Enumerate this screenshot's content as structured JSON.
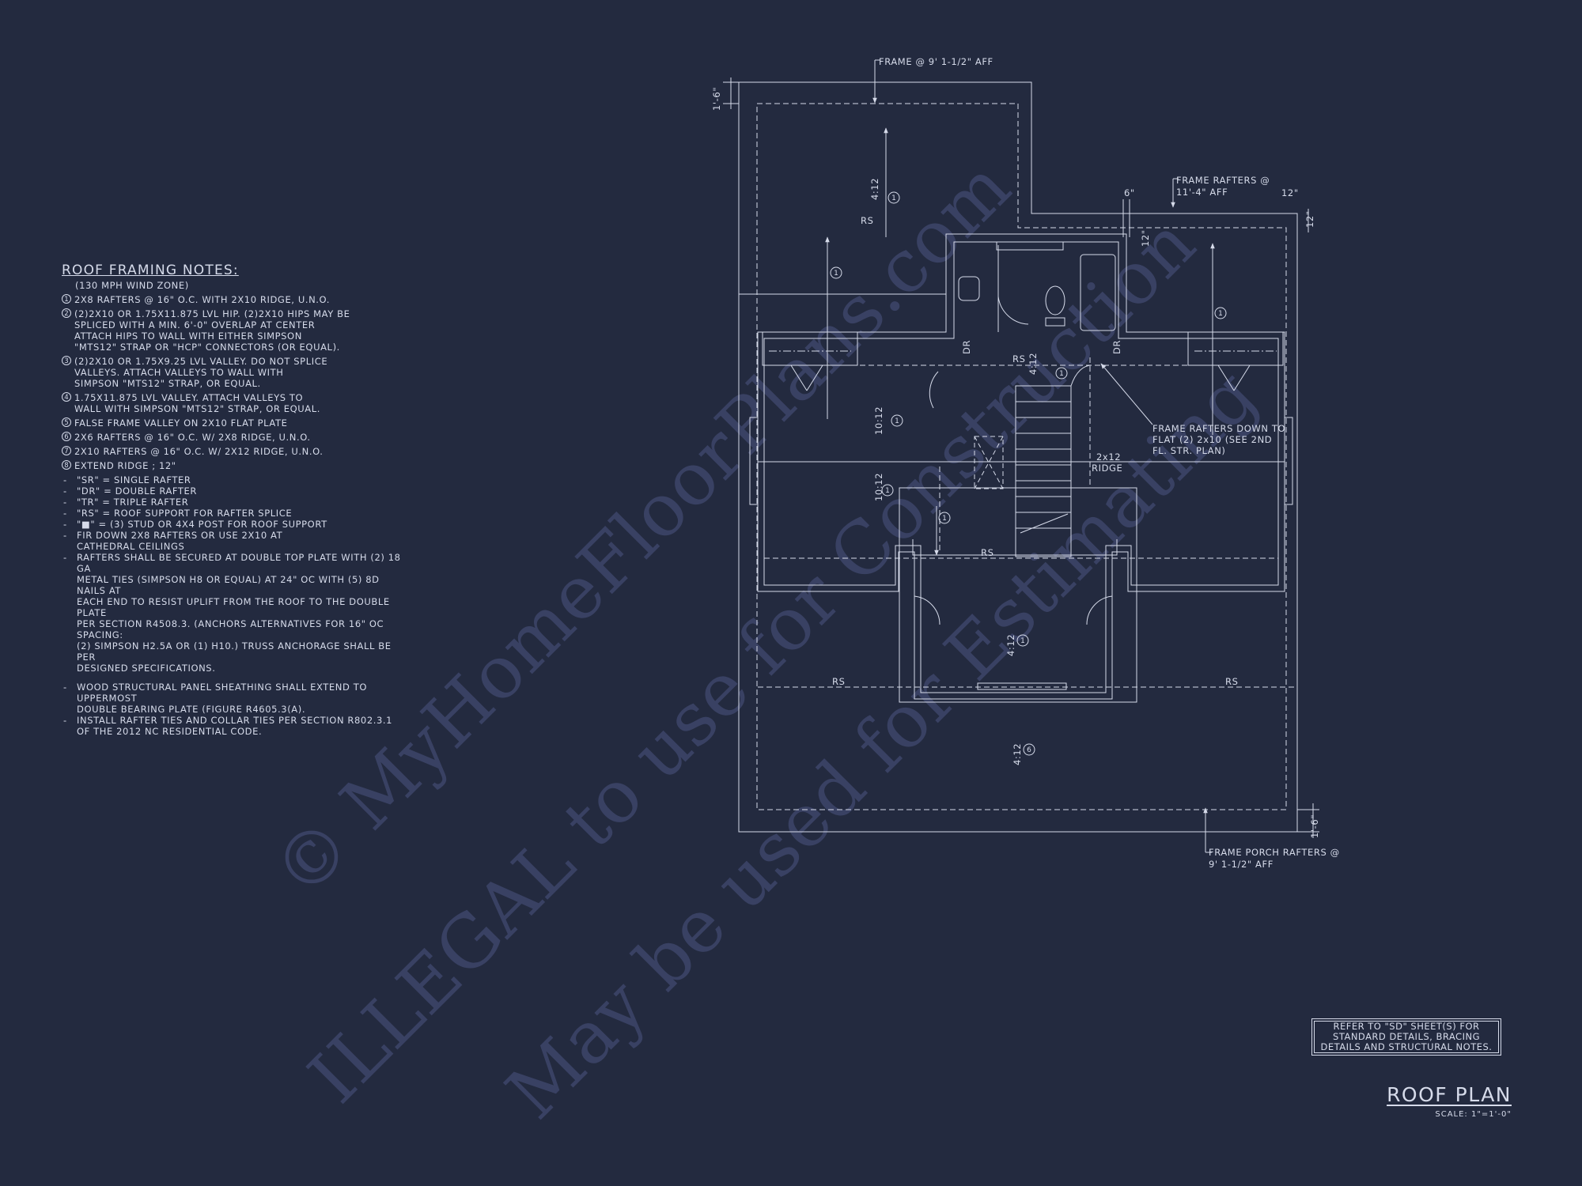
{
  "watermark": {
    "line1": "© MyHomeFloorPlans.com",
    "line2": "ILLEGAL to use for Construction",
    "line3": "May be used for Estimating"
  },
  "notes": {
    "title": "ROOF FRAMING NOTES:",
    "wind_zone": "(130 MPH WIND ZONE)",
    "numbered": [
      {
        "num": "1",
        "text": "2x8 RAFTERS @ 16\" O.C. WITH 2X10 RIDGE, U.N.O."
      },
      {
        "num": "2",
        "text": "(2)2x10 OR 1.75x11.875 LVL HIP.  (2)2x10 HIPS MAY BE\nSPLICED WITH A MIN. 6'-0\" OVERLAP AT CENTER\nATTACH HIPS TO WALL WITH EITHER SIMPSON\n\"MTS12\" STRAP OR \"HCP\" CONNECTORS (OR EQUAL)."
      },
      {
        "num": "3",
        "text": "(2)2x10 OR 1.75x9.25 LVL VALLEY.  DO NOT SPLICE\nVALLEYS.  ATTACH VALLEYS TO WALL WITH\nSIMPSON \"MTS12\" STRAP, OR EQUAL."
      },
      {
        "num": "4",
        "text": "1.75x11.875 LVL VALLEY.  ATTACH VALLEYS TO\nWALL WITH SIMPSON \"MTS12\" STRAP, OR EQUAL."
      },
      {
        "num": "5",
        "text": "FALSE FRAME VALLEY ON 2x10 FLAT PLATE"
      },
      {
        "num": "6",
        "text": "2x6 RAFTERS @ 16\" O.C. W/ 2x8 RIDGE, U.N.O."
      },
      {
        "num": "7",
        "text": "2x10 RAFTERS @ 16\" O.C. W/ 2x12 RIDGE, U.N.O."
      },
      {
        "num": "8",
        "text": "EXTEND RIDGE ; 12\""
      }
    ],
    "dashed": [
      "\"SR\" = SINGLE RAFTER",
      "\"DR\" = DOUBLE RAFTER",
      "\"TR\" = TRIPLE RAFTER",
      "\"RS\" = ROOF SUPPORT FOR RAFTER SPLICE",
      "\"■\" = (3) STUD OR 4x4 POST FOR ROOF SUPPORT",
      "FIR DOWN 2x8 RAFTERS OR USE 2x10 AT\nCATHEDRAL CEILINGS",
      "RAFTERS SHALL BE SECURED AT DOUBLE TOP PLATE WITH (2) 18 GA\nMETAL TIES (SIMPSON H8 OR EQUAL) AT 24\" OC WITH (5) 8d NAILS AT\nEACH END TO RESIST UPLIFT FROM THE ROOF TO THE DOUBLE PLATE\nPER SECTION R4508.3. (ANCHORS ALTERNATIVES FOR 16\" OC SPACING:\n(2) SIMPSON H2.5A OR (1) H10.) TRUSS ANCHORAGE SHALL BE PER\nDESIGNED SPECIFICATIONS."
    ],
    "dashed_extra": [
      "WOOD STRUCTURAL PANEL SHEATHING SHALL EXTEND TO UPPERMOST\nDOUBLE BEARING PLATE (FIGURE R4605.3(A).",
      "INSTALL RAFTER TIES AND COLLAR TIES PER SECTION R802.3.1\nOF THE 2012 NC RESIDENTIAL CODE."
    ]
  },
  "plan": {
    "callout_frame_top": "FRAME @ 9' 1-1/2\" AFF",
    "callout_frame_rafters": [
      "FRAME RAFTERS @",
      "11'-4\" AFF"
    ],
    "callout_porch": [
      "FRAME PORCH RAFTERS @",
      "9' 1-1/2\" AFF"
    ],
    "callout_flat": [
      "FRAME RAFTERS DOWN TO",
      "FLAT (2) 2x10 (SEE 2ND",
      "FL. STR. PLAN)"
    ],
    "ridge_2x12": [
      "2x12",
      "RIDGE"
    ],
    "dim_1_6_top": "1'-6\"",
    "dim_1_6_bottom": "1'-6\"",
    "dim_6": "6\"",
    "dim_12_a": "12\"",
    "dim_12_b": "12\"",
    "dim_12_c": "12\"",
    "pitch_4_12": "4:12",
    "pitch_10_12": "10:12",
    "rs": "RS",
    "dr": "DR",
    "note_1": "1",
    "note_6": "6"
  },
  "refer_note": "REFER TO \"SD\" SHEET(S) FOR\nSTANDARD DETAILS, BRACING\nDETAILS AND STRUCTURAL NOTES.",
  "title_block": {
    "title": "ROOF PLAN",
    "scale": "SCALE: 1\"=1'-0\""
  },
  "colors": {
    "background": "#232a3f",
    "line": "#d6dbea",
    "watermark": "#363e58"
  }
}
